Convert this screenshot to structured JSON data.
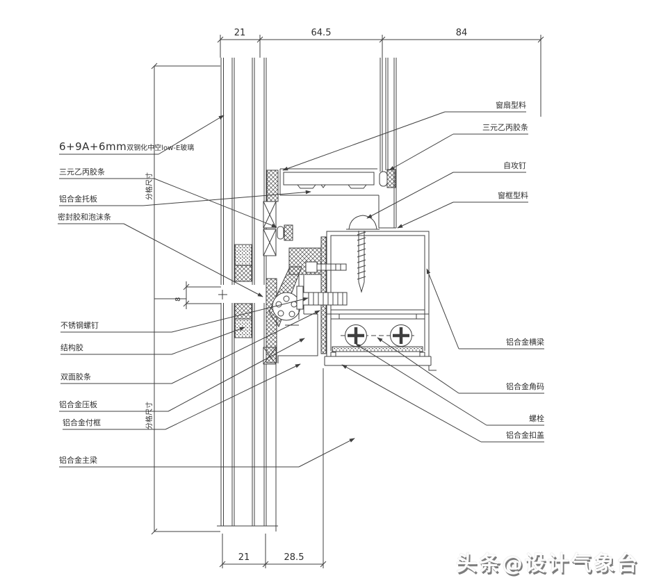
{
  "colors": {
    "line": "#3f3f3f",
    "background": "#ffffff"
  },
  "dimensions": {
    "top": [
      {
        "value": "21"
      },
      {
        "value": "64.5"
      },
      {
        "value": "84"
      }
    ],
    "bottom": [
      {
        "value": "21"
      },
      {
        "value": "28.5"
      }
    ],
    "glass_joint": {
      "value": "8"
    },
    "vertical_text_upper": "分格尺寸",
    "vertical_text_lower": "分格尺寸"
  },
  "labels": {
    "left": [
      {
        "text_primary": "6+9A+6mm",
        "text_secondary": "双钢化中空low-E玻璃"
      },
      {
        "text": "三元乙丙胶条"
      },
      {
        "text": "铝合金托板"
      },
      {
        "text": "密封胶和泡沫条"
      },
      {
        "text": "不锈钢螺钉"
      },
      {
        "text": "结构胶"
      },
      {
        "text": "双面胶条"
      },
      {
        "text": "铝合金压板"
      },
      {
        "text": "铝合金付框"
      },
      {
        "text": "铝合金主梁"
      }
    ],
    "right": [
      {
        "text": "窗扇型料"
      },
      {
        "text": "三元乙丙胶条"
      },
      {
        "text": "自攻钉"
      },
      {
        "text": "窗框型料"
      },
      {
        "text": "铝合金横梁"
      },
      {
        "text": "铝合金角码"
      },
      {
        "text": "螺栓"
      },
      {
        "text": "铝合金扣盖"
      }
    ]
  },
  "watermark": {
    "text": "头条@设计气象台"
  }
}
